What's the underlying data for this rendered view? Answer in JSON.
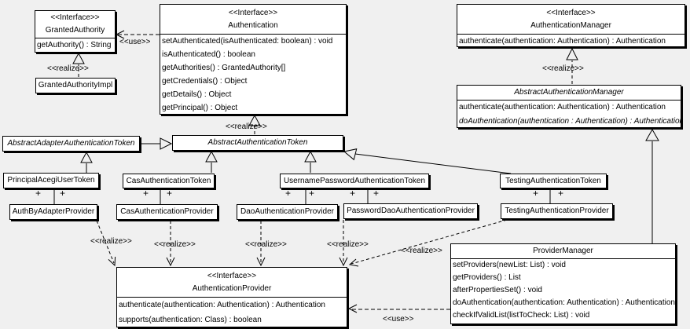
{
  "colors": {
    "background": "#f0f0f0",
    "box_fill": "#ffffff",
    "line": "#000000",
    "shadow": "#000000"
  },
  "labels": {
    "use": "<<use>>",
    "realize": "<<realize>>",
    "plus": "+"
  },
  "classes": {
    "granted_authority": {
      "stereotype": "<<Interface>>",
      "name": "GrantedAuthority",
      "methods": [
        "getAuthority() : String"
      ]
    },
    "granted_authority_impl": {
      "name": "GrantedAuthorityImpl"
    },
    "authentication": {
      "stereotype": "<<Interface>>",
      "name": "Authentication",
      "methods": [
        "setAuthenticated(isAuthenticated: boolean) : void",
        "isAuthenticated() : boolean",
        "getAuthorities() : GrantedAuthority[]",
        "getCredentials() : Object",
        "getDetails() : Object",
        "getPrincipal() : Object"
      ]
    },
    "authentication_manager": {
      "stereotype": "<<Interface>>",
      "name": "AuthenticationManager",
      "methods": [
        "authenticate(authentication: Authentication) : Authentication"
      ]
    },
    "abstract_authentication_manager": {
      "name": "AbstractAuthenticationManager",
      "methods": [
        "authenticate(authentication: Authentication) : Authentication",
        "doAuthentication(authentication : Authentication) : Authentication"
      ]
    },
    "abstract_adapter_authentication_token": {
      "name": "AbstractAdapterAuthenticationToken"
    },
    "abstract_authentication_token": {
      "name": "AbstractAuthenticationToken"
    },
    "principal_acegi_user_token": {
      "name": "PrincipalAcegiUserToken"
    },
    "cas_authentication_token": {
      "name": "CasAuthenticationToken"
    },
    "username_password_authentication_token": {
      "name": "UsernamePasswordAuthenticationToken"
    },
    "testing_authentication_token": {
      "name": "TestingAuthenticationToken"
    },
    "auth_by_adapter_provider": {
      "name": "AuthByAdapterProvider"
    },
    "cas_authentication_provider": {
      "name": "CasAuthenticationProvider"
    },
    "dao_authentication_provider": {
      "name": "DaoAuthenticationProvider"
    },
    "password_dao_authentication_provider": {
      "name": "PasswordDaoAuthenticationProvider"
    },
    "testing_authentication_provider": {
      "name": "TestingAuthenticationProvider"
    },
    "authentication_provider": {
      "stereotype": "<<Interface>>",
      "name": "AuthenticationProvider",
      "methods": [
        "authenticate(authentication: Authentication) : Authentication",
        "supports(authentication: Class) : boolean"
      ]
    },
    "provider_manager": {
      "name": "ProviderManager",
      "methods": [
        "setProviders(newList: List) : void",
        "getProviders() : List",
        "afterPropertiesSet() : void",
        "doAuthentication(authentication: Authentication) : Authentication",
        "checkIfValidList(listToCheck: List) : void"
      ]
    }
  }
}
